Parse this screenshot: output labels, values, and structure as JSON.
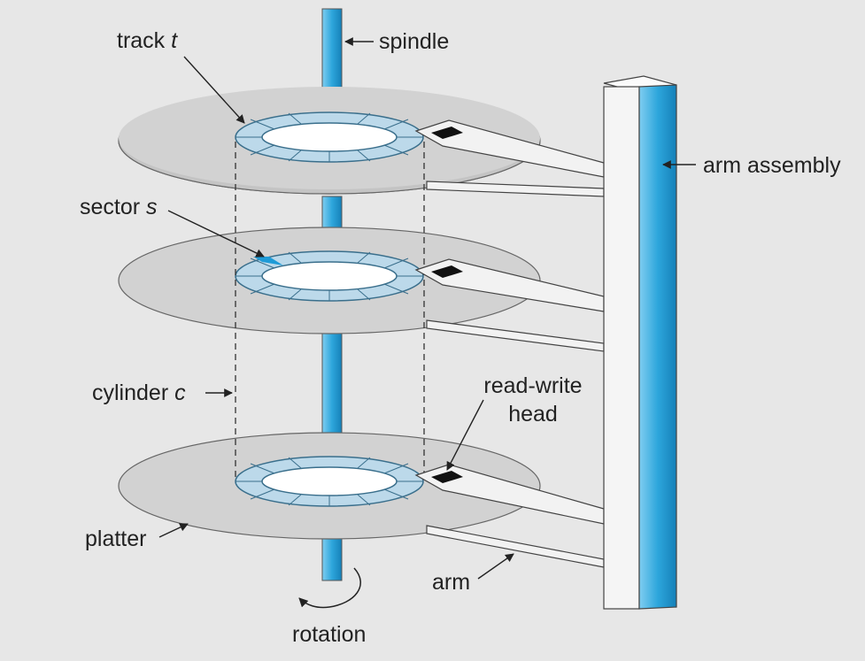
{
  "labels": {
    "track": "track",
    "track_var": "t",
    "spindle": "spindle",
    "arm_assembly": "arm assembly",
    "sector": "sector",
    "sector_var": "s",
    "cylinder": "cylinder",
    "cylinder_var": "c",
    "read_write_line1": "read-write",
    "read_write_line2": "head",
    "platter": "platter",
    "arm": "arm",
    "rotation": "rotation"
  },
  "colors": {
    "background": "#e7e7e7",
    "platter": "#d2d2d2",
    "track": "#bcd9ea",
    "spindle": "#2da6dc",
    "highlight_sector": "#1e9bd7",
    "column_face": "#f5f5f5"
  }
}
